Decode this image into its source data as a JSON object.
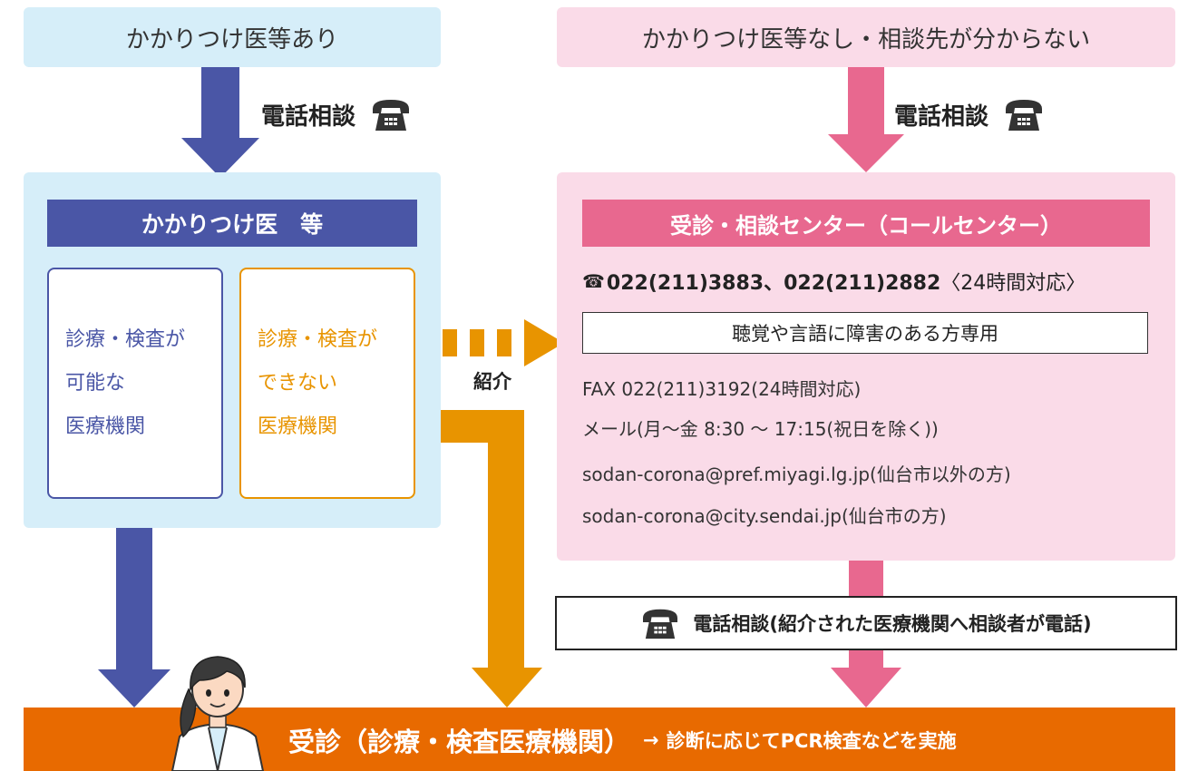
{
  "top": {
    "left_label": "かかりつけ医等あり",
    "right_label": "かかりつけ医等なし・相談先が分からない"
  },
  "phone_consult": {
    "label": "電話相談"
  },
  "left_panel": {
    "header": "かかりつけ医　等",
    "box_available": {
      "line1": "診療・検査が",
      "line2": "可能な",
      "line3": "医療機関"
    },
    "box_unavailable": {
      "line1": "診療・検査が",
      "line2": "できない",
      "line3": "医療機関"
    }
  },
  "referral_label": "紹介",
  "right_panel": {
    "header": "受診・相談センター（コールセンター）",
    "tel_numbers": "022(211)3883、022(211)2882",
    "tel_hours": "〈24時間対応〉",
    "hearing_box": "聴覚や言語に障害のある方専用",
    "fax": "FAX 022(211)3192(24時間対応)",
    "mail": "メール(月〜金 8:30 〜 17:15(祝日を除く))",
    "email_pref": "sodan-corona@pref.miyagi.lg.jp(仙台市以外の方)",
    "email_city": "sodan-corona@city.sendai.jp(仙台市の方)"
  },
  "referral_call": "電話相談(紹介された医療機関へ相談者が電話)",
  "bottom": {
    "main": "受診（診療・検査医療機関）",
    "arrow": "→",
    "sub": "診断に応じてPCR検査などを実施"
  },
  "colors": {
    "blue": "#4a56a6",
    "light_blue": "#d6eef9",
    "pink": "#e8688f",
    "light_pink": "#fadbe8",
    "orange": "#e89400",
    "dark_orange": "#e86a00"
  },
  "icons": [
    "telephone-icon",
    "doctor-illustration"
  ]
}
